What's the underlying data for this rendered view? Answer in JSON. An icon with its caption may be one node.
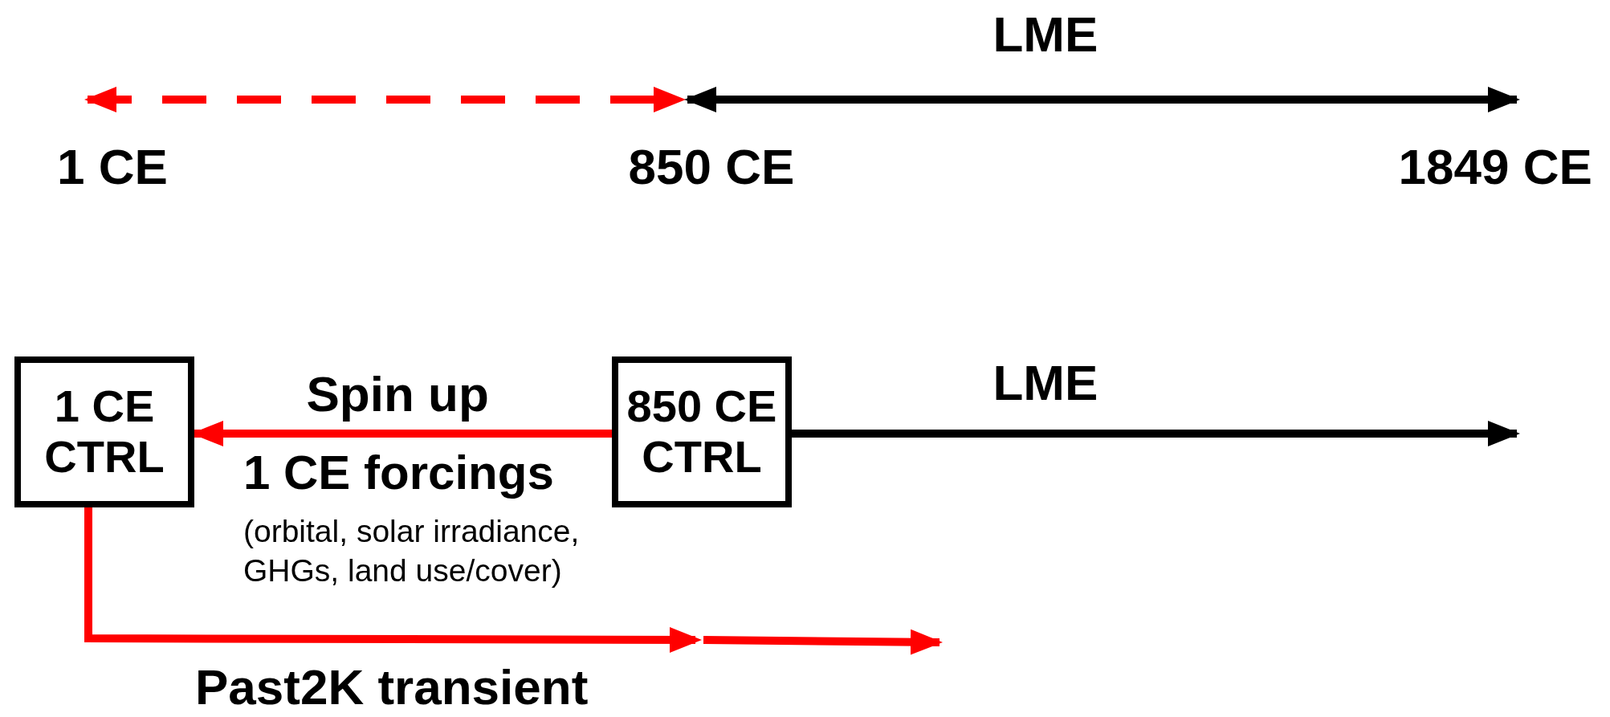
{
  "diagram": {
    "nodes": [
      {
        "text": [
          "1 CE"
        ]
      },
      {
        "text": [
          "850 CE"
        ]
      },
      {
        "text": [
          "1849 CE"
        ]
      },
      {
        "text": [
          "1 CE CTRL"
        ]
      },
      {
        "text": [
          "850 CE CTRL"
        ]
      }
    ],
    "edges": [
      {
        "from": 0,
        "to": 1,
        "arrow": "both",
        "style": "dashed"
      },
      {
        "from": 1,
        "to": 2,
        "arrow": "both",
        "label": "LME",
        "color": "#000000"
      },
      {
        "from": 4,
        "to": 3,
        "arrow": "to",
        "label": "Spin up"
      },
      {
        "from": 4,
        "to": null,
        "arrow": "to",
        "label": "LME",
        "color": "#000000"
      },
      {
        "from": 3,
        "to": null,
        "arrow": "to",
        "label": "Past2K transient"
      }
    ],
    "labels": [
      "1 CE forcings",
      "(orbital, solar irradiance, GHGs, land use/cover)"
    ]
  }
}
